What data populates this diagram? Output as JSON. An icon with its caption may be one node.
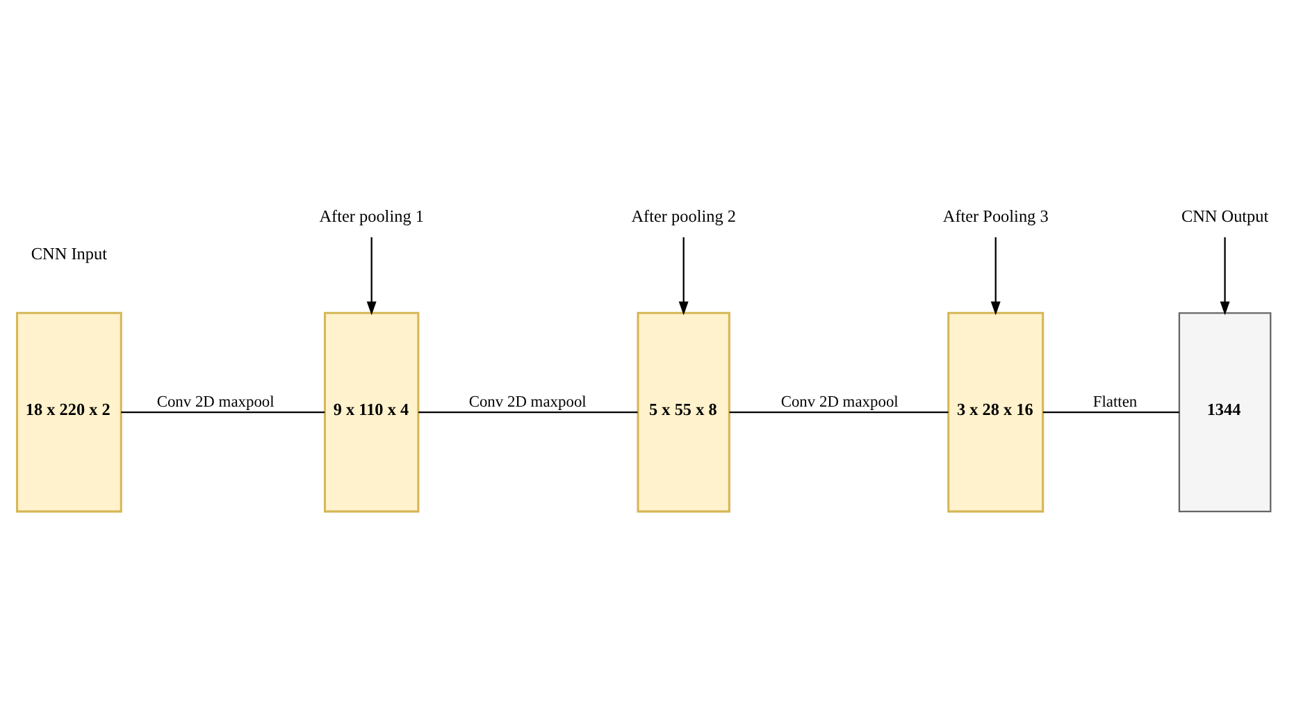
{
  "diagram": {
    "nodes": [
      {
        "text": [
          "18 x 220 x 2"
        ]
      },
      {
        "text": [
          "9 x 110 x 4"
        ]
      },
      {
        "text": [
          "5 x 55 x 8"
        ]
      },
      {
        "text": [
          "3 x 28 x 16"
        ]
      },
      {
        "text": [
          "1344"
        ]
      },
      {
        "text": [
          "After pooling 1"
        ]
      },
      {
        "text": [
          "After pooling 2"
        ]
      },
      {
        "text": [
          "After Pooling 3"
        ]
      },
      {
        "text": [
          "CNN Output"
        ]
      }
    ],
    "edges": [
      {
        "from": 0,
        "to": 1,
        "arrow": "none",
        "label": "Conv 2D maxpool"
      },
      {
        "from": 1,
        "to": 2,
        "arrow": "none",
        "label": "Conv 2D maxpool"
      },
      {
        "from": 2,
        "to": 3,
        "arrow": "none",
        "label": "Conv 2D maxpool"
      },
      {
        "from": 3,
        "to": 4,
        "arrow": "none",
        "label": "Flatten"
      },
      {
        "from": 5,
        "to": 1,
        "arrow": "to"
      },
      {
        "from": 6,
        "to": 2,
        "arrow": "to"
      },
      {
        "from": 7,
        "to": 3,
        "arrow": "to"
      },
      {
        "from": 8,
        "to": 4,
        "arrow": "to"
      }
    ],
    "labels": [
      "CNN Input"
    ]
  }
}
